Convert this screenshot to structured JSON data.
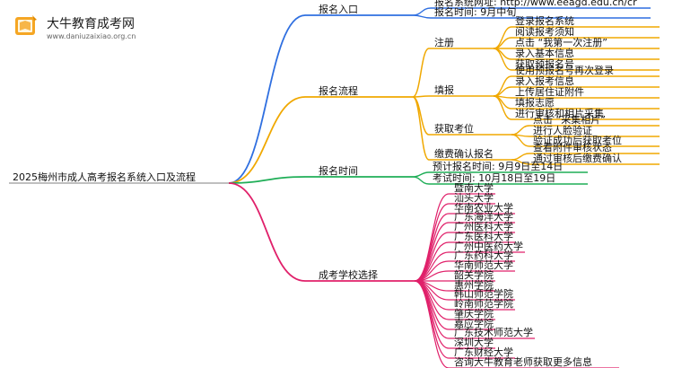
{
  "logo": {
    "title": "大牛教育成考网",
    "url": "www.daniuzaixiao.org.cn",
    "colors": {
      "primary": "#f5a623",
      "dark": "#e08a00"
    }
  },
  "root": "2025梅州市成人高考报名系统入口及流程",
  "colors": {
    "blue": "#2f6fe0",
    "orange": "#f0a800",
    "green": "#1fae57",
    "pink": "#e0206a"
  },
  "branches": {
    "entry": {
      "label": "报名入口",
      "children": [
        "报名系统网址: http://www.eeagd.edu.cn/cr",
        "报名时间: 9月中旬"
      ]
    },
    "process": {
      "label": "报名流程",
      "register": {
        "label": "注册",
        "children": [
          "登录报名系统",
          "阅读报考须知",
          "点击 “我第一次注册”",
          "录入基本信息",
          "获取预报名号"
        ]
      },
      "fill": {
        "label": "填报",
        "children": [
          "使用预报名号再次登录",
          "录入报考信息",
          "上传居住证附件",
          "填报志愿",
          "进行审核和相片采集"
        ]
      },
      "exam_no": {
        "label": "获取考位",
        "children": [
          "点击 “采集相片”",
          "进行人脸验证",
          "验证成功后获取考位"
        ]
      },
      "payment": {
        "label": "缴费确认报名",
        "children": [
          "查看附件审核状态",
          "通过审核后缴费确认"
        ]
      }
    },
    "time": {
      "label": "报名时间",
      "children": [
        "预计报名时间: 9月9日至14日",
        "考试时间: 10月18日至19日"
      ]
    },
    "schools": {
      "label": "成考学校选择",
      "children": [
        "暨南大学",
        "汕头大学",
        "华南农业大学",
        "广东海洋大学",
        "广州医科大学",
        "广东医科大学",
        "广州中医药大学",
        "广东药科大学",
        "华南师范大学",
        "韶关学院",
        "惠州学院",
        "韩山师范学院",
        "岭南师范学院",
        "肇庆学院",
        "嘉应学院",
        "广东技术师范大学",
        "深圳大学",
        "广东财经大学",
        "咨询大牛教育老师获取更多信息"
      ]
    }
  }
}
